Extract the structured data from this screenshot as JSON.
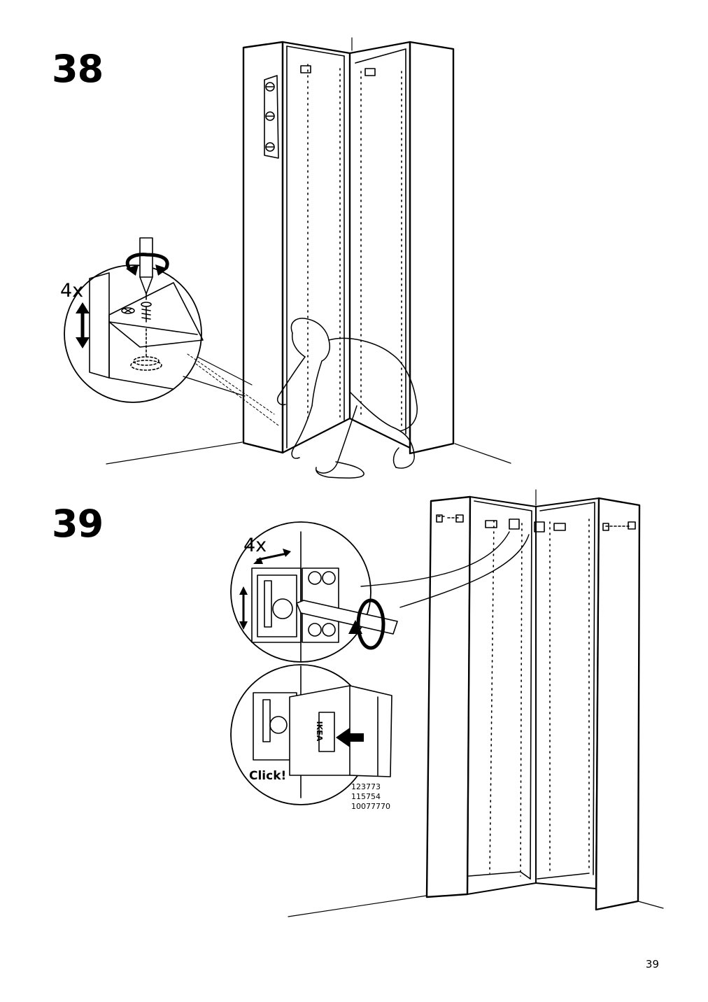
{
  "steps": [
    {
      "number": "38",
      "quantity": "4x"
    },
    {
      "number": "39",
      "quantity": "4x",
      "click_text": "Click!"
    }
  ],
  "part_numbers": [
    "123773",
    "115754",
    "10077770"
  ],
  "brand_logo": "IKEA",
  "page_number": "39"
}
